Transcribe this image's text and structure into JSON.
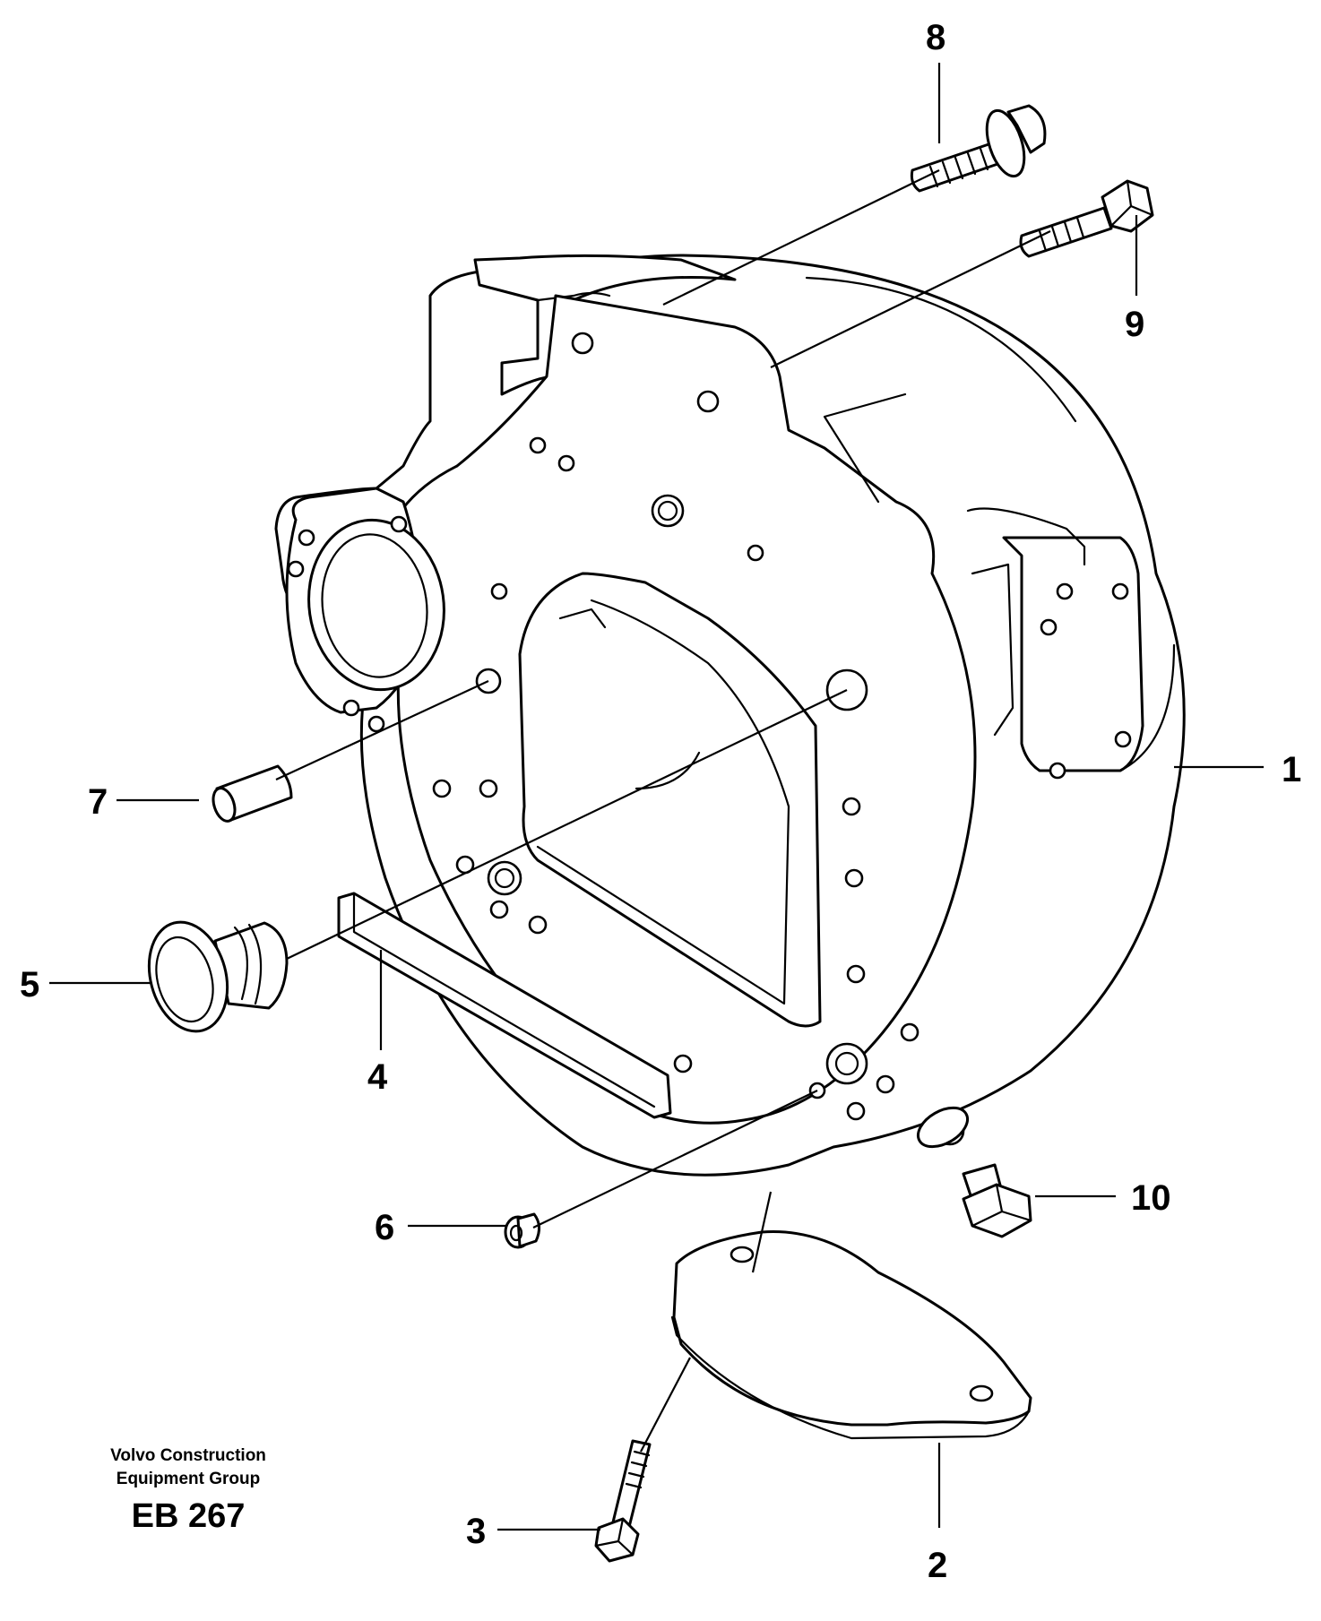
{
  "callouts": [
    "1",
    "2",
    "3",
    "4",
    "5",
    "6",
    "7",
    "8",
    "9",
    "10"
  ],
  "credit": {
    "line1": "Volvo Construction",
    "line2": "Equipment Group",
    "code": "EB 267"
  }
}
